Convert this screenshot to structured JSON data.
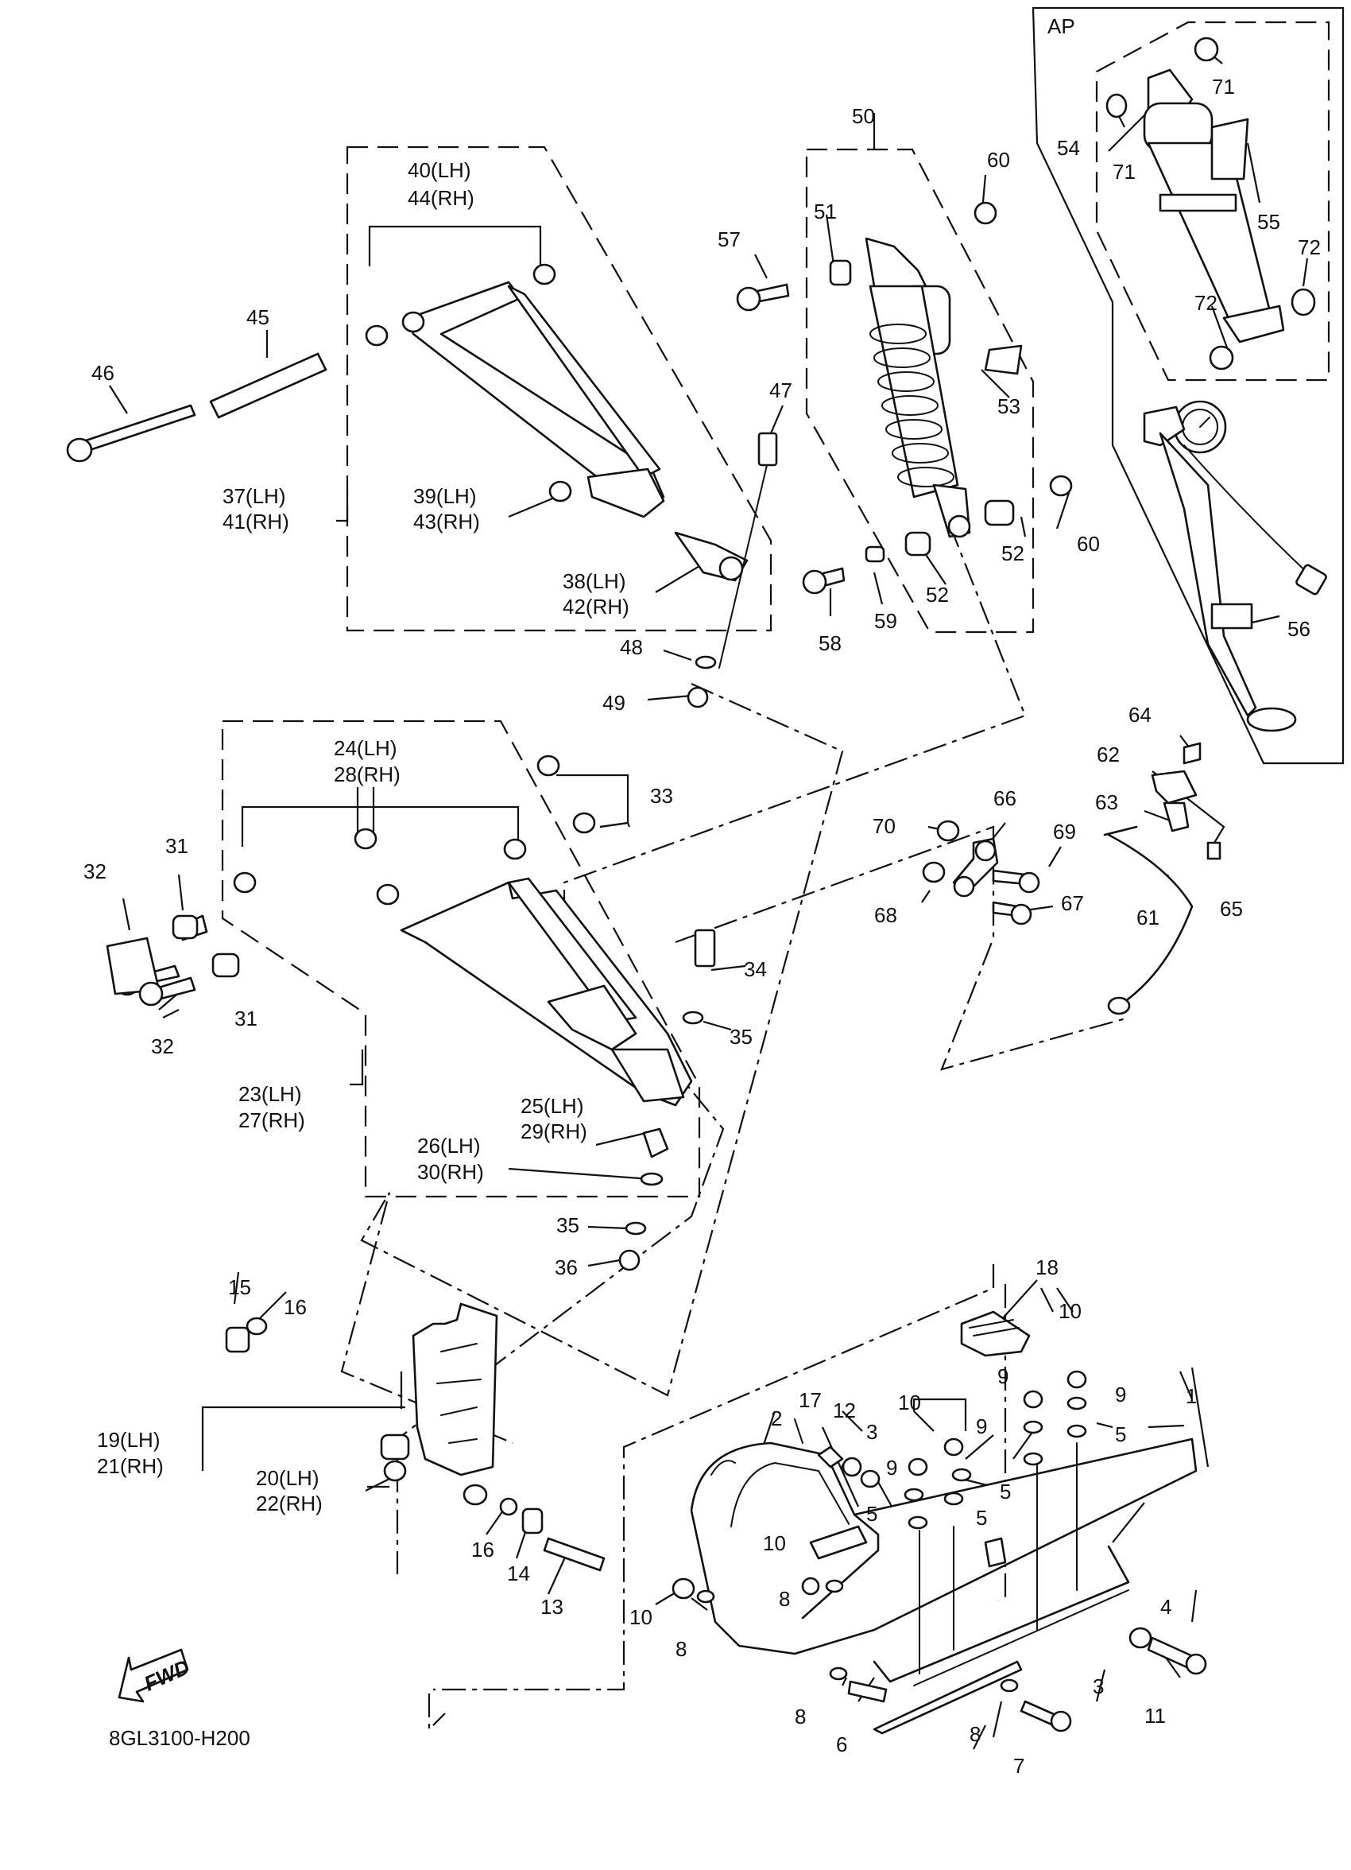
{
  "diagram": {
    "code": "8GL3100-H200",
    "fwd_label": "FWD",
    "ap_label": "AP",
    "callouts": [
      {
        "id": "c71a",
        "text": "71"
      },
      {
        "id": "c71b",
        "text": "71"
      },
      {
        "id": "c54",
        "text": "54"
      },
      {
        "id": "c55",
        "text": "55"
      },
      {
        "id": "c72a",
        "text": "72"
      },
      {
        "id": "c72b",
        "text": "72"
      },
      {
        "id": "c56",
        "text": "56"
      },
      {
        "id": "c50",
        "text": "50"
      },
      {
        "id": "c60a",
        "text": "60"
      },
      {
        "id": "c51",
        "text": "51"
      },
      {
        "id": "c57",
        "text": "57"
      },
      {
        "id": "c53",
        "text": "53"
      },
      {
        "id": "c52a",
        "text": "52"
      },
      {
        "id": "c60b",
        "text": "60"
      },
      {
        "id": "c52b",
        "text": "52"
      },
      {
        "id": "c58",
        "text": "58"
      },
      {
        "id": "c59",
        "text": "59"
      },
      {
        "id": "c40",
        "text": "40(LH)"
      },
      {
        "id": "c44",
        "text": "44(RH)"
      },
      {
        "id": "c45",
        "text": "45"
      },
      {
        "id": "c46",
        "text": "46"
      },
      {
        "id": "c47",
        "text": "47"
      },
      {
        "id": "c37",
        "text": "37(LH)"
      },
      {
        "id": "c41",
        "text": "41(RH)"
      },
      {
        "id": "c39",
        "text": "39(LH)"
      },
      {
        "id": "c43",
        "text": "43(RH)"
      },
      {
        "id": "c38",
        "text": "38(LH)"
      },
      {
        "id": "c42",
        "text": "42(RH)"
      },
      {
        "id": "c48",
        "text": "48"
      },
      {
        "id": "c49",
        "text": "49"
      },
      {
        "id": "c24",
        "text": "24(LH)"
      },
      {
        "id": "c28",
        "text": "28(RH)"
      },
      {
        "id": "c33",
        "text": "33"
      },
      {
        "id": "c31a",
        "text": "31"
      },
      {
        "id": "c32a",
        "text": "32"
      },
      {
        "id": "c31b",
        "text": "31"
      },
      {
        "id": "c32b",
        "text": "32"
      },
      {
        "id": "c34",
        "text": "34"
      },
      {
        "id": "c35a",
        "text": "35"
      },
      {
        "id": "c23",
        "text": "23(LH)"
      },
      {
        "id": "c27",
        "text": "27(RH)"
      },
      {
        "id": "c25",
        "text": "25(LH)"
      },
      {
        "id": "c29",
        "text": "29(RH)"
      },
      {
        "id": "c26",
        "text": "26(LH)"
      },
      {
        "id": "c30",
        "text": "30(RH)"
      },
      {
        "id": "c35b",
        "text": "35"
      },
      {
        "id": "c36",
        "text": "36"
      },
      {
        "id": "c64",
        "text": "64"
      },
      {
        "id": "c62",
        "text": "62"
      },
      {
        "id": "c63",
        "text": "63"
      },
      {
        "id": "c65",
        "text": "65"
      },
      {
        "id": "c61",
        "text": "61"
      },
      {
        "id": "c66",
        "text": "66"
      },
      {
        "id": "c70",
        "text": "70"
      },
      {
        "id": "c69",
        "text": "69"
      },
      {
        "id": "c68",
        "text": "68"
      },
      {
        "id": "c67",
        "text": "67"
      },
      {
        "id": "c15",
        "text": "15"
      },
      {
        "id": "c16a",
        "text": "16"
      },
      {
        "id": "c19",
        "text": "19(LH)"
      },
      {
        "id": "c21",
        "text": "21(RH)"
      },
      {
        "id": "c20",
        "text": "20(LH)"
      },
      {
        "id": "c22",
        "text": "22(RH)"
      },
      {
        "id": "c16b",
        "text": "16"
      },
      {
        "id": "c14",
        "text": "14"
      },
      {
        "id": "c13",
        "text": "13"
      },
      {
        "id": "c18",
        "text": "18"
      },
      {
        "id": "c10a",
        "text": "10"
      },
      {
        "id": "c9a",
        "text": "9"
      },
      {
        "id": "c9b",
        "text": "9"
      },
      {
        "id": "c5a",
        "text": "5"
      },
      {
        "id": "c1",
        "text": "1"
      },
      {
        "id": "c17",
        "text": "17"
      },
      {
        "id": "c12",
        "text": "12"
      },
      {
        "id": "c3a",
        "text": "3"
      },
      {
        "id": "c10b",
        "text": "10"
      },
      {
        "id": "c9c",
        "text": "9"
      },
      {
        "id": "c9d",
        "text": "9"
      },
      {
        "id": "c2",
        "text": "2"
      },
      {
        "id": "c5b",
        "text": "5"
      },
      {
        "id": "c5c",
        "text": "5"
      },
      {
        "id": "c5d",
        "text": "5"
      },
      {
        "id": "c10c",
        "text": "10"
      },
      {
        "id": "c8a",
        "text": "8"
      },
      {
        "id": "c10d",
        "text": "10"
      },
      {
        "id": "c8b",
        "text": "8"
      },
      {
        "id": "c4",
        "text": "4"
      },
      {
        "id": "c3b",
        "text": "3"
      },
      {
        "id": "c11",
        "text": "11"
      },
      {
        "id": "c8c",
        "text": "8"
      },
      {
        "id": "c6",
        "text": "6"
      },
      {
        "id": "c8d",
        "text": "8"
      },
      {
        "id": "c7",
        "text": "7"
      }
    ]
  }
}
